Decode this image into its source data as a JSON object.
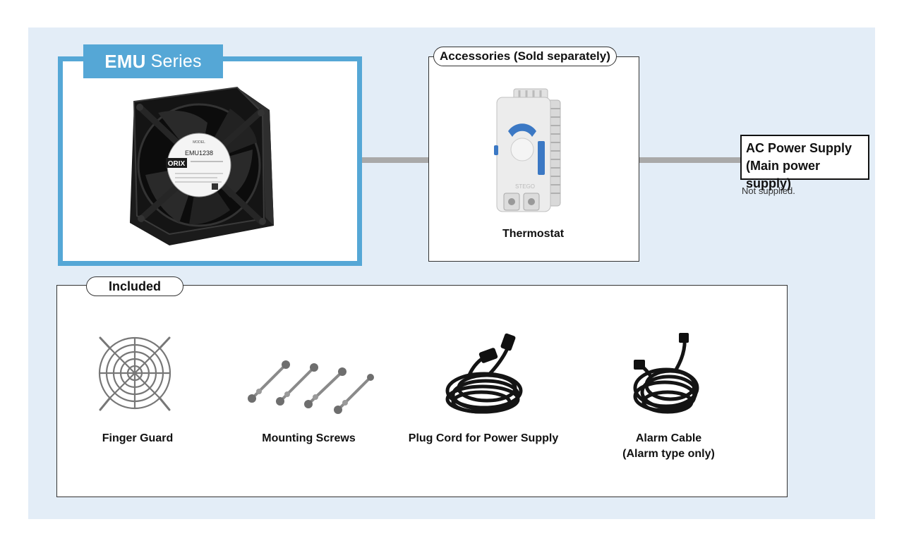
{
  "emu": {
    "series_bold": "EMU",
    "series_rest": "Series",
    "fan_brand": "ORIX",
    "fan_model": "EMU1238"
  },
  "accessories": {
    "tag": "Accessories (Sold separately)",
    "thermostat_label": "Thermostat"
  },
  "ac_power": {
    "line1": "AC Power Supply",
    "line2": "(Main power supply)",
    "note": "Not supplied."
  },
  "included": {
    "tag": "Included",
    "items": [
      {
        "label": "Finger Guard",
        "sublabel": ""
      },
      {
        "label": "Mounting Screws",
        "sublabel": ""
      },
      {
        "label": "Plug Cord for Power Supply",
        "sublabel": ""
      },
      {
        "label": "Alarm Cable",
        "sublabel": "(Alarm type only)"
      }
    ]
  },
  "colors": {
    "accent": "#55a7d6",
    "panel": "#e3edf7",
    "wire": "#a9a9a9"
  }
}
